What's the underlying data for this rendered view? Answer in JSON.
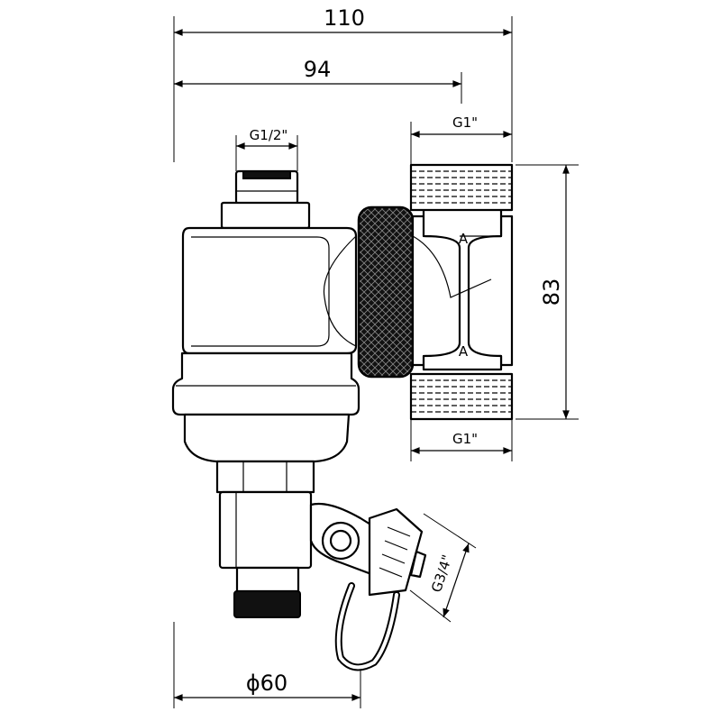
{
  "drawing": {
    "dimensions": {
      "overall_width": "110",
      "inlet_offset": "94",
      "top_port": "G1/2\"",
      "inlet_thread_top": "G1\"",
      "inlet_thread_bottom": "G1\"",
      "height": "83",
      "drain_thread": "G3/4\"",
      "body_diameter": "ϕ60"
    },
    "flow_arrow_glyph": "A"
  }
}
